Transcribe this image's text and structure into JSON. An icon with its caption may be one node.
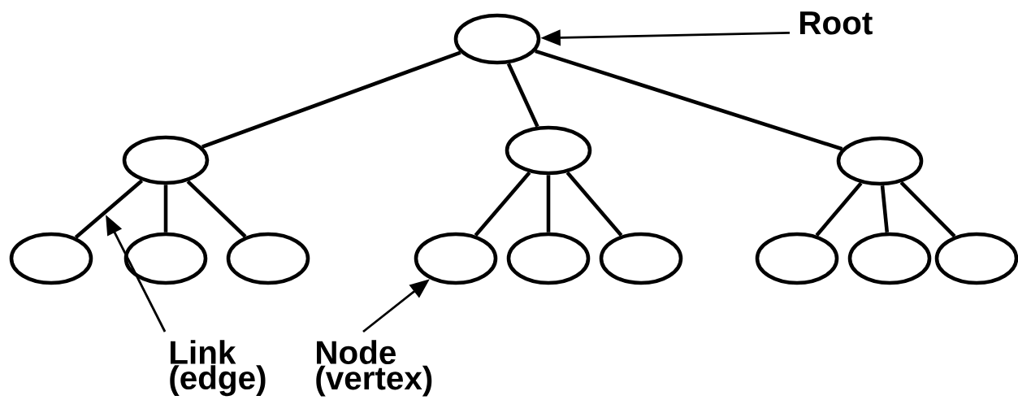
{
  "diagram": {
    "nodes": [
      {
        "text": [],
        "shape": "ellipse"
      },
      {
        "text": [],
        "shape": "ellipse"
      },
      {
        "text": [],
        "shape": "ellipse"
      },
      {
        "text": [],
        "shape": "ellipse"
      },
      {
        "text": [],
        "shape": "ellipse"
      },
      {
        "text": [],
        "shape": "ellipse"
      },
      {
        "text": [],
        "shape": "ellipse"
      },
      {
        "text": [],
        "shape": "ellipse"
      },
      {
        "text": [],
        "shape": "ellipse"
      },
      {
        "text": [],
        "shape": "ellipse"
      },
      {
        "text": [],
        "shape": "ellipse"
      },
      {
        "text": [],
        "shape": "ellipse"
      },
      {
        "text": [],
        "shape": "ellipse"
      },
      {
        "text": [
          "Root"
        ]
      },
      {
        "text": [
          "Link (edge)"
        ]
      },
      {
        "text": [
          "Node (vertex)"
        ]
      }
    ],
    "edges": [
      {
        "from": 0,
        "to": 1,
        "arrow": "none"
      },
      {
        "from": 0,
        "to": 2,
        "arrow": "none"
      },
      {
        "from": 0,
        "to": 3,
        "arrow": "none"
      },
      {
        "from": 1,
        "to": 4,
        "arrow": "none"
      },
      {
        "from": 1,
        "to": 5,
        "arrow": "none"
      },
      {
        "from": 1,
        "to": 6,
        "arrow": "none"
      },
      {
        "from": 2,
        "to": 7,
        "arrow": "none"
      },
      {
        "from": 2,
        "to": 8,
        "arrow": "none"
      },
      {
        "from": 2,
        "to": 9,
        "arrow": "none"
      },
      {
        "from": 3,
        "to": 10,
        "arrow": "none"
      },
      {
        "from": 3,
        "to": 11,
        "arrow": "none"
      },
      {
        "from": 3,
        "to": 12,
        "arrow": "none"
      },
      {
        "from": 13,
        "to": 0,
        "arrow": "to"
      },
      {
        "from": 14,
        "to": null,
        "arrow": "to"
      },
      {
        "from": 15,
        "to": 7,
        "arrow": "to"
      }
    ]
  }
}
